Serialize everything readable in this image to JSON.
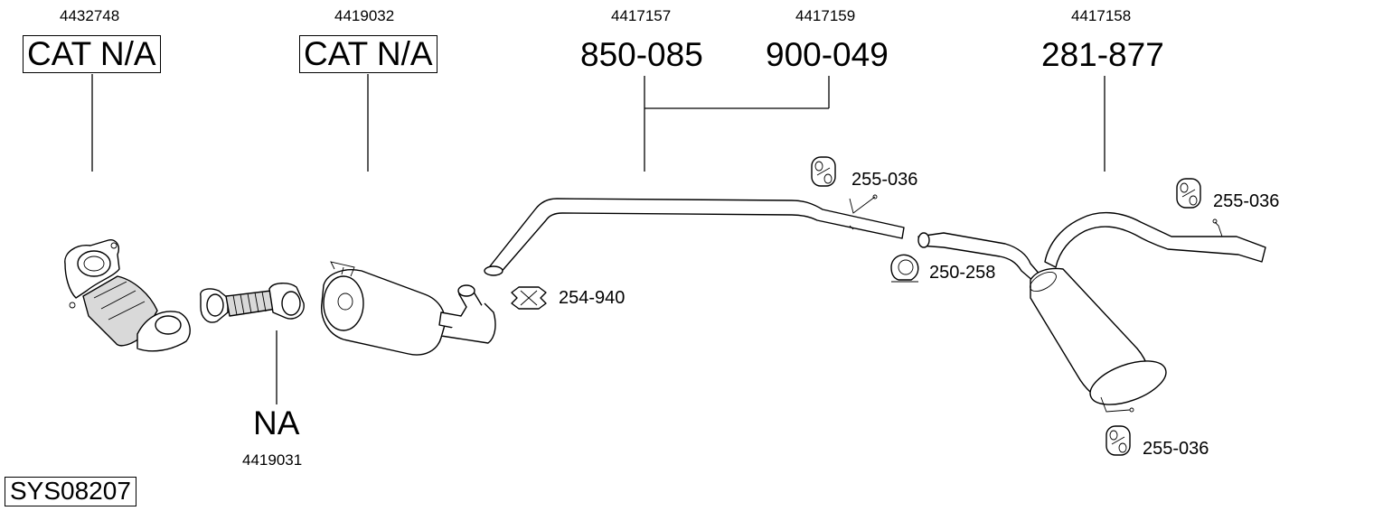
{
  "references": {
    "oe_1": "4432748",
    "oe_2": "4419032",
    "oe_3": "4417157",
    "oe_4": "4417159",
    "oe_5": "4417158",
    "oe_6": "4419031"
  },
  "part_numbers": {
    "cat_1": "CAT N/A",
    "cat_2": "CAT N/A",
    "pipe_1": "850-085",
    "pipe_2": "900-049",
    "muffler": "281-877",
    "flex": "NA"
  },
  "accessories": {
    "hanger_1": "255-036",
    "hanger_2": "255-036",
    "hanger_3": "255-036",
    "clamp_1": "250-258",
    "clamp_2": "254-940"
  },
  "system_id": "SYS08207"
}
